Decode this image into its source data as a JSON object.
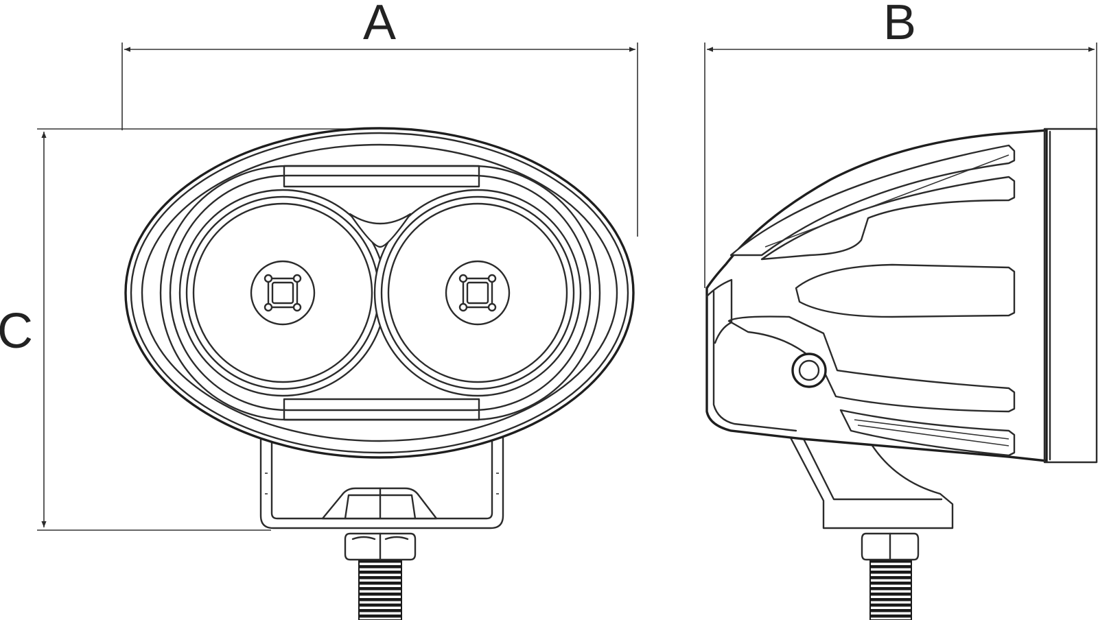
{
  "dimensions": {
    "a_label": "A",
    "b_label": "B",
    "c_label": "C"
  },
  "views": {
    "front": "front-view",
    "side": "side-view"
  },
  "colors": {
    "line": "#2b2b2b",
    "background": "#ffffff"
  }
}
